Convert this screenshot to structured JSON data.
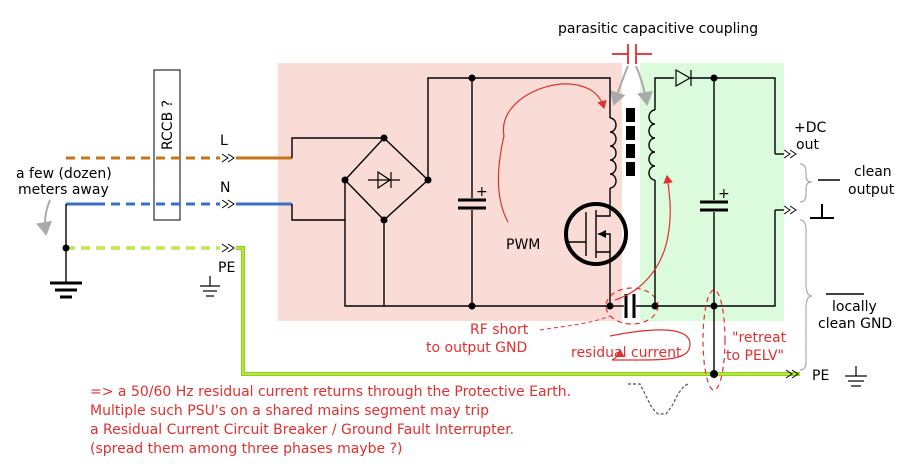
{
  "labels": {
    "top_coupling": "parasitic capacitive coupling",
    "rccb": "RCCB ?",
    "few_meters_1": "a few (dozen)",
    "few_meters_2": "meters away",
    "L": "L",
    "N": "N",
    "PE_left": "PE",
    "PWM": "PWM",
    "plus_dc_1": "+DC",
    "plus_dc_2": "out",
    "clean_output_1": "clean",
    "clean_output_2": "output",
    "locally_clean_1": "locally",
    "locally_clean_2": "clean GND",
    "PE_right": "PE",
    "rf_short_1": "RF short",
    "rf_short_2": "to output GND",
    "residual_current": "residual current",
    "retreat_1": "\"retreat",
    "retreat_2": "to PELV\"",
    "cap_plus": "+"
  },
  "notes": [
    "=> a 50/60 Hz residual current returns through the Protective Earth.",
    "Multiple such PSU's on a shared mains segment may trip",
    "a Residual Current Circuit Breaker / Ground Fault Interrupter.",
    "(spread them among three phases maybe ?)"
  ],
  "colors": {
    "primary_zone": "#fadcd6",
    "secondary_zone": "#dcfadc",
    "annotation": "#e03030",
    "L_wire": "#c8741a",
    "N_wire": "#3a6fc4",
    "PE_wire": "#8ad41a"
  }
}
